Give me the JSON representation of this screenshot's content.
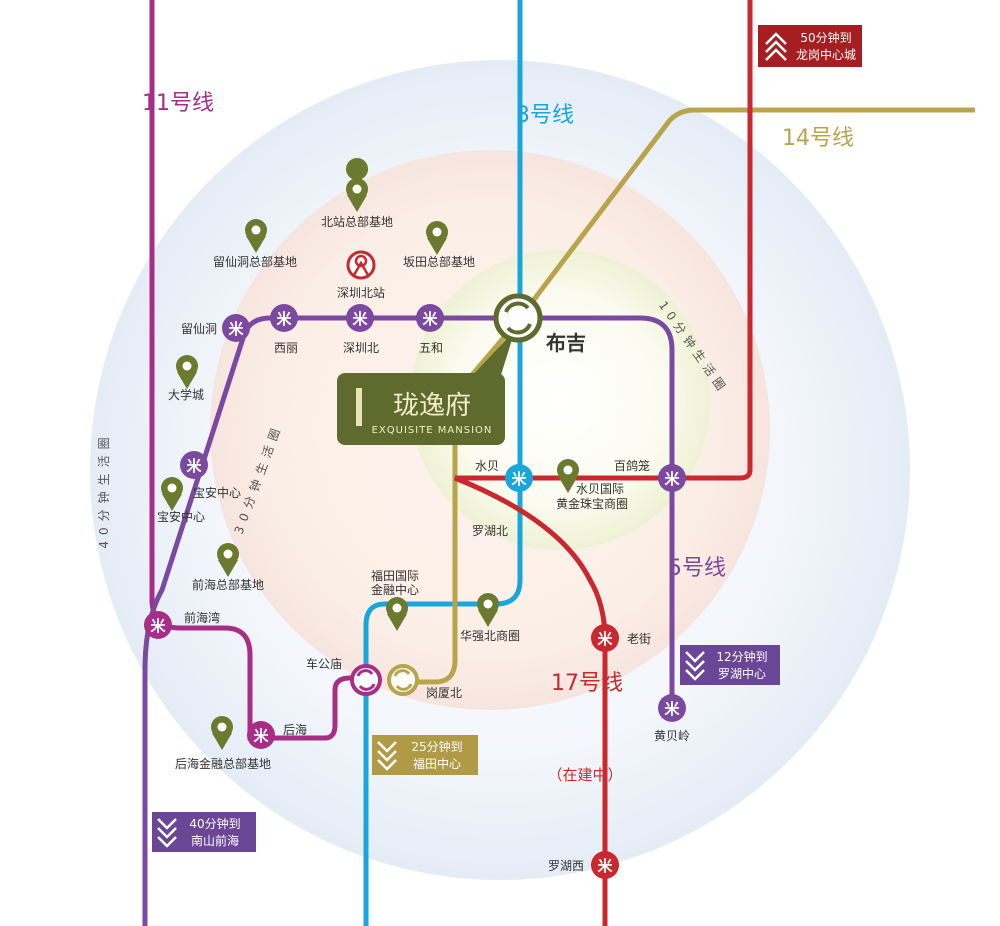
{
  "colors": {
    "line3": "#1aa5dc",
    "line5": "#7b4aa0",
    "line11": "#a72d86",
    "line14": "#b9a44c",
    "line17": "#c8282e",
    "brand": "#5f6a2e",
    "pin": "#6b7a2e"
  },
  "lines": {
    "line11": "11号线",
    "line3": "3号线",
    "line14": "14号线",
    "line5": "5号线",
    "line17": "17号线",
    "line17_status": "（在建中）"
  },
  "stations": {
    "liuxiandong": "留仙洞",
    "xili": "西丽",
    "shenzhenbei": "深圳北",
    "wuhe": "五和",
    "buji": "布吉",
    "baoanzhongxin": "宝安中心",
    "qianhaiwan": "前海湾",
    "houhai": "后海",
    "chegongmiao": "车公庙",
    "gangxiabei": "岗厦北",
    "shuibei": "水贝",
    "baigelong": "百鸽笼",
    "luohubei": "罗湖北",
    "laojie": "老街",
    "huangbeiling": "黄贝岭",
    "luohuxi": "罗湖西"
  },
  "places": {
    "beizhan_hq": "北站总部基地",
    "liuxiandong_hq": "留仙洞总部基地",
    "bantian_hq": "坂田总部基地",
    "shenzhen_north_station": "深圳北站",
    "daxuecheng": "大学城",
    "baoan_center": "宝安中心",
    "qianhai_hq": "前海总部基地",
    "houhai_finance": "后海金融总部基地",
    "futian_finance_1": "福田国际",
    "futian_finance_2": "金融中心",
    "huaqiangbei": "华强北商圈",
    "shuibei_gold_1": "水贝国际",
    "shuibei_gold_2": "黄金珠宝商圈"
  },
  "rings": {
    "ring10": "10分钟生活圈",
    "ring30": "30分钟生活圈",
    "ring40": "40分钟生活圈"
  },
  "project": {
    "name": "珑逸府",
    "english": "EXQUISITE MANSION"
  },
  "badges": {
    "longgang": [
      "50分钟到",
      "龙岗中心城"
    ],
    "luohu": [
      "12分钟到",
      "罗湖中心"
    ],
    "futian": [
      "25分钟到",
      "福田中心"
    ],
    "nanshan": [
      "40分钟到",
      "南山前海"
    ]
  }
}
